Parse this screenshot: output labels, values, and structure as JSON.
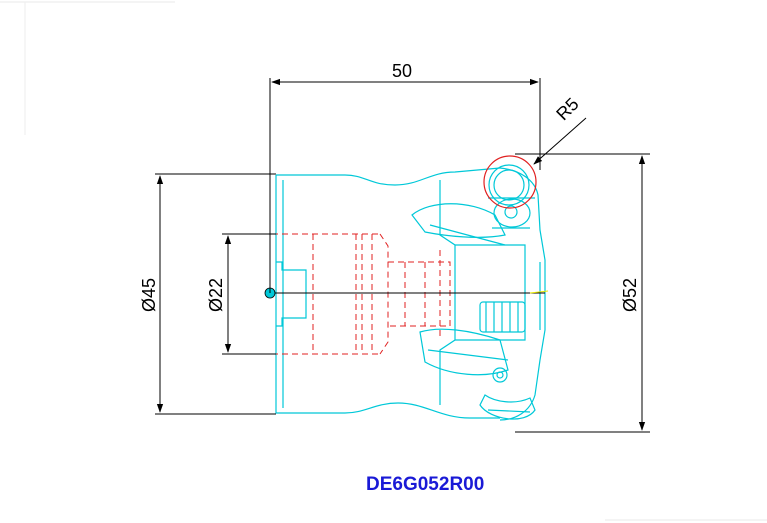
{
  "drawing": {
    "part_code": "DE6G052R00",
    "dimensions": {
      "length": "50",
      "radius": "R5",
      "bore_diameter": "Ø22",
      "shank_diameter": "Ø45",
      "cutting_diameter": "Ø52"
    },
    "colors": {
      "outline": "#00c8d8",
      "hidden_lines": "#e02020",
      "dimension_lines": "#000000",
      "part_code": "#1a1ad6"
    }
  }
}
